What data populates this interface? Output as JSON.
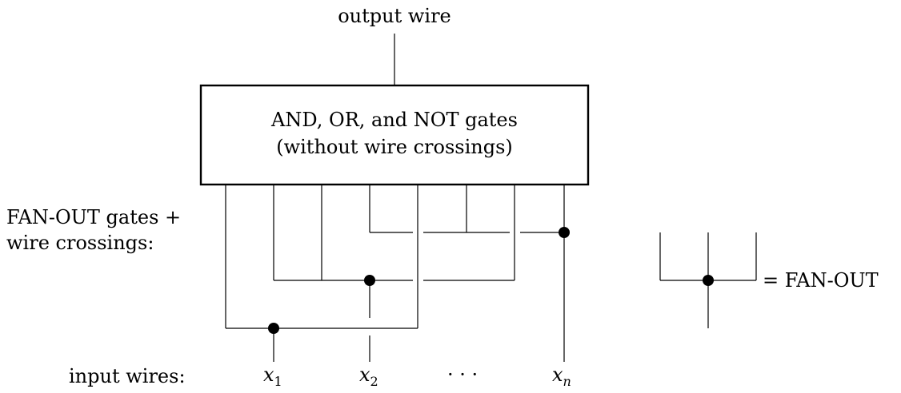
{
  "labels": {
    "output": "output wire",
    "box_line1": "AND, OR, and NOT gates",
    "box_line2": "(without wire crossings)",
    "fanout_line1": "FAN-OUT gates +",
    "fanout_line2": "wire crossings:",
    "inputs": "input wires:",
    "legend": "= FAN-OUT"
  },
  "inputs": {
    "x1": "x",
    "x1_sub": "1",
    "x2": "x",
    "x2_sub": "2",
    "ellipsis": "· · ·",
    "xn": "x",
    "xn_sub": "n"
  }
}
